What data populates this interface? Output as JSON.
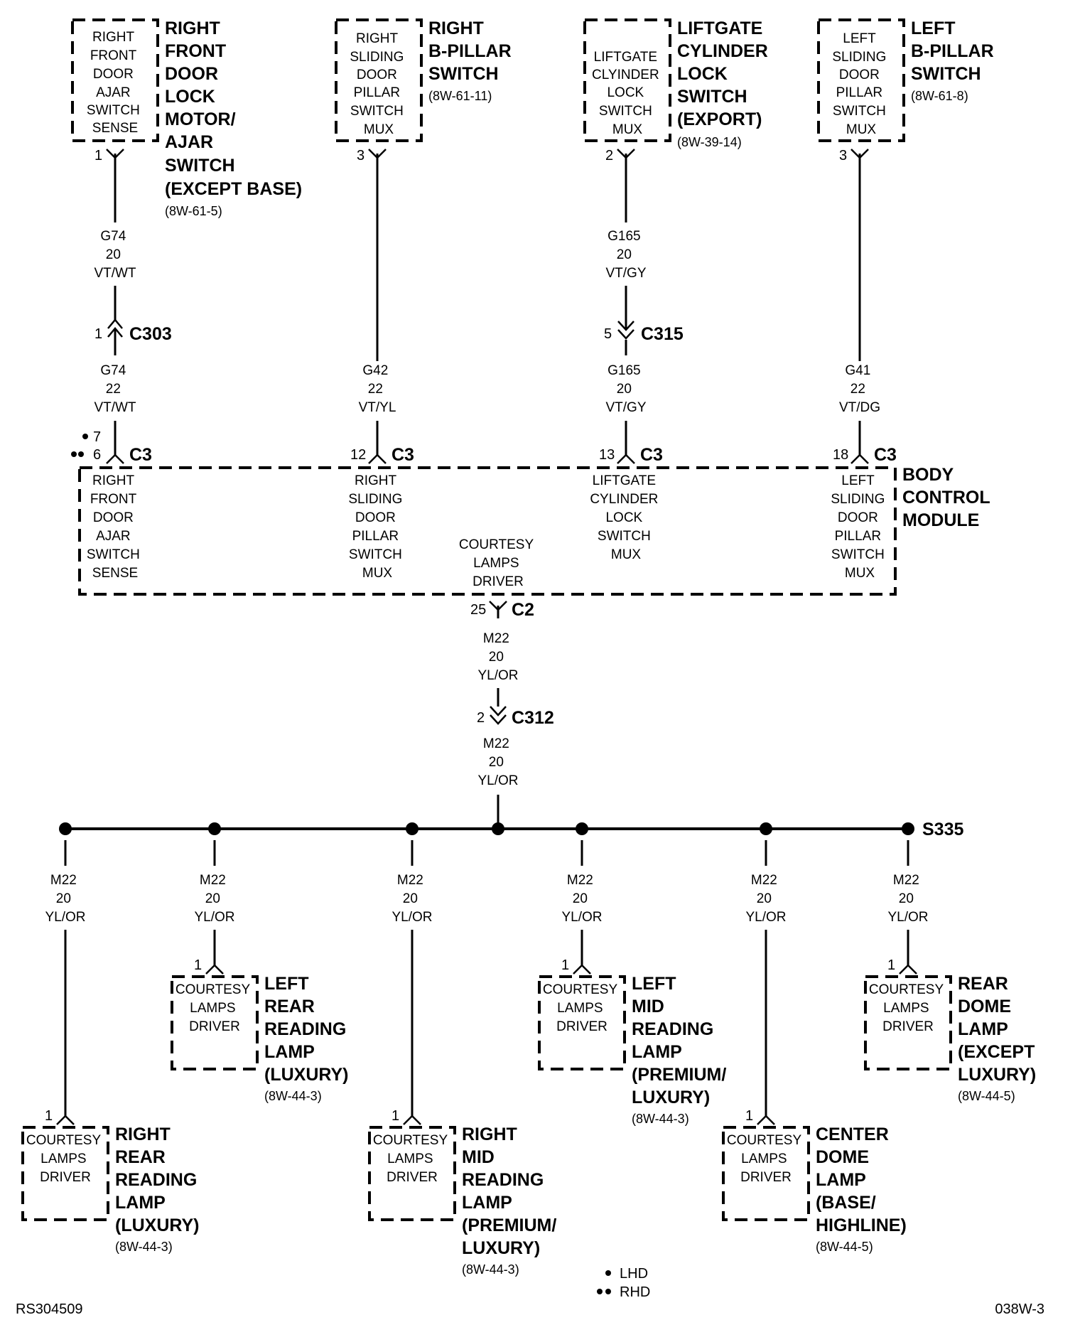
{
  "top_components": [
    {
      "inner": [
        "RIGHT",
        "FRONT",
        "DOOR",
        "AJAR",
        "SWITCH",
        "SENSE"
      ],
      "title": [
        "RIGHT",
        "FRONT",
        "DOOR",
        "LOCK",
        "MOTOR/",
        "AJAR",
        "SWITCH",
        "(EXCEPT BASE)"
      ],
      "ref": "(8W-61-5)",
      "pin": "1"
    },
    {
      "inner": [
        "RIGHT",
        "SLIDING",
        "DOOR",
        "PILLAR",
        "SWITCH",
        "MUX"
      ],
      "title": [
        "RIGHT",
        "B-PILLAR",
        "SWITCH"
      ],
      "ref": "(8W-61-11)",
      "pin": "3"
    },
    {
      "inner": [
        "LIFTGATE",
        "CLYINDER",
        "LOCK",
        "SWITCH",
        "MUX"
      ],
      "title": [
        "LIFTGATE",
        "CYLINDER",
        "LOCK",
        "SWITCH",
        "(EXPORT)"
      ],
      "ref": "(8W-39-14)",
      "pin": "2"
    },
    {
      "inner": [
        "LEFT",
        "SLIDING",
        "DOOR",
        "PILLAR",
        "SWITCH",
        "MUX"
      ],
      "title": [
        "LEFT",
        "B-PILLAR",
        "SWITCH"
      ],
      "ref": "(8W-61-8)",
      "pin": "3"
    }
  ],
  "upper_wires": [
    {
      "circuit": [
        "G74",
        "20",
        "VT/WT"
      ]
    },
    {
      "circuit": []
    },
    {
      "circuit": [
        "G165",
        "20",
        "VT/GY"
      ]
    },
    {
      "circuit": []
    }
  ],
  "inline_connectors": [
    {
      "pin": "1",
      "name": "C303"
    },
    {
      "pin": "5",
      "name": "C315"
    }
  ],
  "lower_wires": [
    {
      "circuit": [
        "G74",
        "22",
        "VT/WT"
      ]
    },
    {
      "circuit": [
        "G42",
        "22",
        "VT/YL"
      ]
    },
    {
      "circuit": [
        "G165",
        "20",
        "VT/GY"
      ]
    },
    {
      "circuit": [
        "G41",
        "22",
        "VT/DG"
      ]
    }
  ],
  "bcm": {
    "title": [
      "BODY",
      "CONTROL",
      "MODULE"
    ],
    "pins": [
      {
        "pin": "6",
        "alt_pin": "7",
        "conn": "C3",
        "inner": [
          "RIGHT",
          "FRONT",
          "DOOR",
          "AJAR",
          "SWITCH",
          "SENSE"
        ]
      },
      {
        "pin": "12",
        "conn": "C3",
        "inner": [
          "RIGHT",
          "SLIDING",
          "DOOR",
          "PILLAR",
          "SWITCH",
          "MUX"
        ]
      },
      {
        "pin": "13",
        "conn": "C3",
        "inner": [
          "LIFTGATE",
          "CYLINDER",
          "LOCK",
          "SWITCH",
          "MUX"
        ]
      },
      {
        "pin": "18",
        "conn": "C3",
        "inner": [
          "LEFT",
          "SLIDING",
          "DOOR",
          "PILLAR",
          "SWITCH",
          "MUX"
        ]
      }
    ],
    "output": {
      "inner": [
        "COURTESY",
        "LAMPS",
        "DRIVER"
      ],
      "pin": "25",
      "conn": "C2"
    }
  },
  "output_wire_a": [
    "M22",
    "20",
    "YL/OR"
  ],
  "c312": {
    "pin": "2",
    "name": "C312"
  },
  "output_wire_b": [
    "M22",
    "20",
    "YL/OR"
  ],
  "splice": "S335",
  "branch_wire": [
    "M22",
    "20",
    "YL/OR"
  ],
  "lamps": [
    {
      "inner": [
        "COURTESY",
        "LAMPS",
        "DRIVER"
      ],
      "title": [
        "RIGHT",
        "REAR",
        "READING",
        "LAMP",
        "(LUXURY)"
      ],
      "ref": "(8W-44-3)",
      "pin": "1"
    },
    {
      "inner": [
        "COURTESY",
        "LAMPS",
        "DRIVER"
      ],
      "title": [
        "LEFT",
        "REAR",
        "READING",
        "LAMP",
        "(LUXURY)"
      ],
      "ref": "(8W-44-3)",
      "pin": "1"
    },
    {
      "inner": [
        "COURTESY",
        "LAMPS",
        "DRIVER"
      ],
      "title": [
        "RIGHT",
        "MID",
        "READING",
        "LAMP",
        "(PREMIUM/",
        "LUXURY)"
      ],
      "ref": "(8W-44-3)",
      "pin": "1"
    },
    {
      "inner": [
        "COURTESY",
        "LAMPS",
        "DRIVER"
      ],
      "title": [
        "LEFT",
        "MID",
        "READING",
        "LAMP",
        "(PREMIUM/",
        "LUXURY)"
      ],
      "ref": "(8W-44-3)",
      "pin": "1"
    },
    {
      "inner": [
        "COURTESY",
        "LAMPS",
        "DRIVER"
      ],
      "title": [
        "CENTER",
        "DOME",
        "LAMP",
        "(BASE/",
        "HIGHLINE)"
      ],
      "ref": "(8W-44-5)",
      "pin": "1"
    },
    {
      "inner": [
        "COURTESY",
        "LAMPS",
        "DRIVER"
      ],
      "title": [
        "REAR",
        "DOME",
        "LAMP",
        "(EXCEPT",
        "LUXURY)"
      ],
      "ref": "(8W-44-5)",
      "pin": "1"
    }
  ],
  "legend": [
    {
      "symbol": "single-dot",
      "label": "LHD"
    },
    {
      "symbol": "double-dot",
      "label": "RHD"
    }
  ],
  "footer": {
    "left": "RS304509",
    "right": "038W-3"
  }
}
